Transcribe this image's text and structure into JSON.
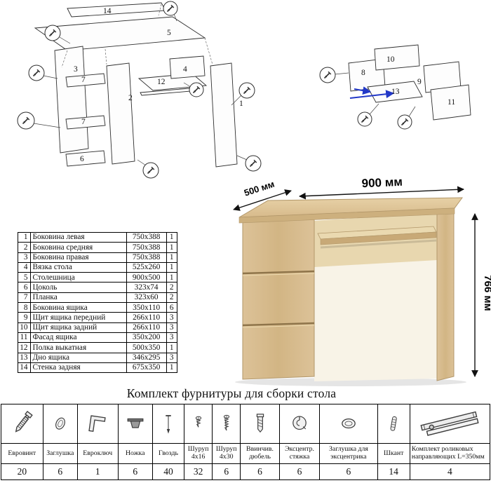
{
  "title": "Комплект фурнитуры для сборки стола",
  "desk_dimensions": {
    "width": "900 мм",
    "depth": "500 мм",
    "height": "766 мм"
  },
  "exploded_left": {
    "labels": {
      "l14": "14",
      "l5": "5",
      "l3": "3",
      "l7a": "7",
      "l7b": "7",
      "l6": "6",
      "l2": "2",
      "l12": "12",
      "l4": "4",
      "l1": "1"
    }
  },
  "exploded_right": {
    "labels": {
      "l10": "10",
      "l8": "8",
      "l9": "9",
      "l13": "13",
      "l11": "11"
    }
  },
  "parts_table": {
    "rows": [
      {
        "num": "1",
        "name": "Боковина левая",
        "size": "750x388",
        "qty": "1"
      },
      {
        "num": "2",
        "name": "Боковина средняя",
        "size": "750x388",
        "qty": "1"
      },
      {
        "num": "3",
        "name": "Боковина правая",
        "size": "750x388",
        "qty": "1"
      },
      {
        "num": "4",
        "name": "Вязка стола",
        "size": "525x260",
        "qty": "1"
      },
      {
        "num": "5",
        "name": "Столешница",
        "size": "900x500",
        "qty": "1"
      },
      {
        "num": "6",
        "name": "Цоколь",
        "size": "323x74",
        "qty": "2"
      },
      {
        "num": "7",
        "name": "Планка",
        "size": "323x60",
        "qty": "2"
      },
      {
        "num": "8",
        "name": "Боковина ящика",
        "size": "350x110",
        "qty": "6"
      },
      {
        "num": "9",
        "name": "Щит ящика передний",
        "size": "266x110",
        "qty": "3"
      },
      {
        "num": "10",
        "name": "Щит ящика задний",
        "size": "266x110",
        "qty": "3"
      },
      {
        "num": "11",
        "name": "Фасад ящика",
        "size": "350x200",
        "qty": "3"
      },
      {
        "num": "12",
        "name": "Полка выкатная",
        "size": "500x350",
        "qty": "1"
      },
      {
        "num": "13",
        "name": "Дно ящика",
        "size": "346x295",
        "qty": "3"
      },
      {
        "num": "14",
        "name": "Стенка задняя",
        "size": "675x350",
        "qty": "1"
      }
    ]
  },
  "hardware_table": {
    "items": [
      {
        "name": "Евровинт",
        "qty": "20"
      },
      {
        "name": "Заглушка",
        "qty": "6"
      },
      {
        "name": "Евроключ",
        "qty": "1"
      },
      {
        "name": "Ножка",
        "qty": "6"
      },
      {
        "name": "Гвоздь",
        "qty": "40"
      },
      {
        "name": "Шуруп 4x16",
        "qty": "32"
      },
      {
        "name": "Шуруп 4x30",
        "qty": "6"
      },
      {
        "name": "Ввинчив. дюбель",
        "qty": "6"
      },
      {
        "name": "Эксцентр. стяжка",
        "qty": "6"
      },
      {
        "name": "Заглушка для эксцентрика",
        "qty": "6"
      },
      {
        "name": "Шкант",
        "qty": "14"
      },
      {
        "name": "Комплект роликовых направляющих L=350мм",
        "qty": "4"
      }
    ]
  }
}
